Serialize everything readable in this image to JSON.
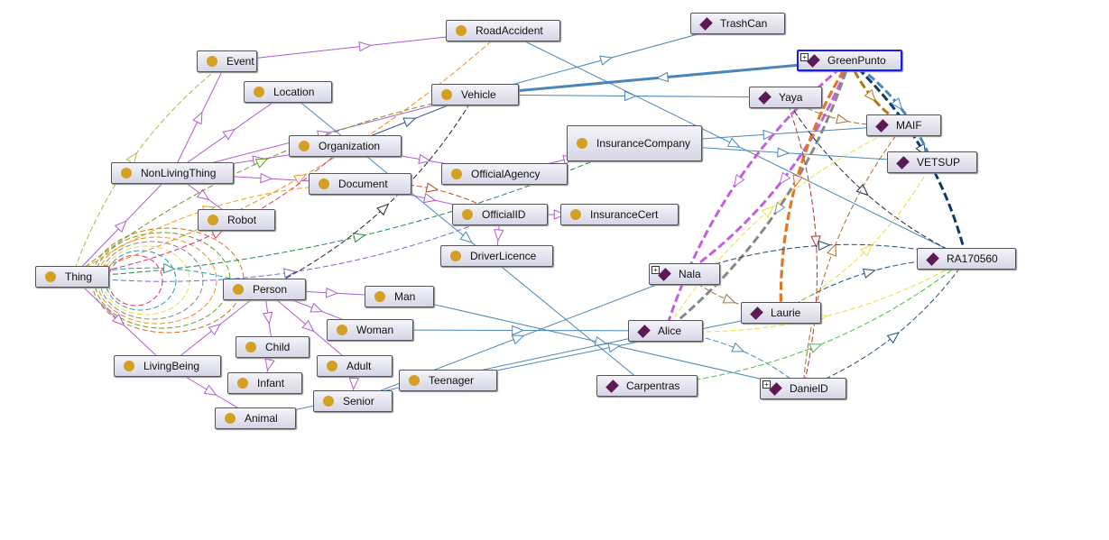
{
  "nodes": [
    {
      "id": "RoadAccident",
      "label": "RoadAccident",
      "kind": "class"
    },
    {
      "id": "TrashCan",
      "label": "TrashCan",
      "kind": "individual"
    },
    {
      "id": "Event",
      "label": "Event",
      "kind": "class"
    },
    {
      "id": "GreenPunto",
      "label": "GreenPunto",
      "kind": "individual",
      "selected": true,
      "expandable": true
    },
    {
      "id": "Location",
      "label": "Location",
      "kind": "class"
    },
    {
      "id": "Vehicle",
      "label": "Vehicle",
      "kind": "class"
    },
    {
      "id": "Yaya",
      "label": "Yaya",
      "kind": "individual"
    },
    {
      "id": "Organization",
      "label": "Organization",
      "kind": "class"
    },
    {
      "id": "InsuranceCompany",
      "label": "InsuranceCompany",
      "kind": "class"
    },
    {
      "id": "MAIF",
      "label": "MAIF",
      "kind": "individual"
    },
    {
      "id": "NonLivingThing",
      "label": "NonLivingThing",
      "kind": "class"
    },
    {
      "id": "OfficialAgency",
      "label": "OfficialAgency",
      "kind": "class"
    },
    {
      "id": "VETSUP",
      "label": "VETSUP",
      "kind": "individual"
    },
    {
      "id": "Document",
      "label": "Document",
      "kind": "class"
    },
    {
      "id": "OfficialID",
      "label": "OfficialID",
      "kind": "class"
    },
    {
      "id": "InsuranceCert",
      "label": "InsuranceCert",
      "kind": "class"
    },
    {
      "id": "Robot",
      "label": "Robot",
      "kind": "class"
    },
    {
      "id": "DriverLicence",
      "label": "DriverLicence",
      "kind": "class"
    },
    {
      "id": "RA170560",
      "label": "RA170560",
      "kind": "individual"
    },
    {
      "id": "Thing",
      "label": "Thing",
      "kind": "class"
    },
    {
      "id": "Nala",
      "label": "Nala",
      "kind": "individual",
      "expandable": true
    },
    {
      "id": "Person",
      "label": "Person",
      "kind": "class"
    },
    {
      "id": "Man",
      "label": "Man",
      "kind": "class"
    },
    {
      "id": "Laurie",
      "label": "Laurie",
      "kind": "individual"
    },
    {
      "id": "Woman",
      "label": "Woman",
      "kind": "class"
    },
    {
      "id": "Alice",
      "label": "Alice",
      "kind": "individual"
    },
    {
      "id": "Child",
      "label": "Child",
      "kind": "class"
    },
    {
      "id": "LivingBeing",
      "label": "LivingBeing",
      "kind": "class"
    },
    {
      "id": "Adult",
      "label": "Adult",
      "kind": "class"
    },
    {
      "id": "Teenager",
      "label": "Teenager",
      "kind": "class"
    },
    {
      "id": "Infant",
      "label": "Infant",
      "kind": "class"
    },
    {
      "id": "Carpentras",
      "label": "Carpentras",
      "kind": "individual"
    },
    {
      "id": "DanielD",
      "label": "DanielD",
      "kind": "individual",
      "expandable": true
    },
    {
      "id": "Senior",
      "label": "Senior",
      "kind": "class"
    },
    {
      "id": "Animal",
      "label": "Animal",
      "kind": "class"
    }
  ],
  "expand_symbol": "+",
  "colors": {
    "subclass": "#b05ad6",
    "instance": "#4a86b8",
    "selected": "#1a1aff",
    "class_icon": "#d4a024",
    "individual_icon": "#5a1a55"
  },
  "edges": [
    {
      "from": "Thing",
      "to": "NonLivingThing",
      "color": "#b05ad6"
    },
    {
      "from": "Thing",
      "to": "LivingBeing",
      "color": "#b05ad6"
    },
    {
      "from": "LivingBeing",
      "to": "Person",
      "color": "#b05ad6"
    },
    {
      "from": "LivingBeing",
      "to": "Animal",
      "color": "#b05ad6"
    },
    {
      "from": "NonLivingThing",
      "to": "Event",
      "color": "#b05ad6"
    },
    {
      "from": "NonLivingThing",
      "to": "Location",
      "color": "#b05ad6"
    },
    {
      "from": "NonLivingThing",
      "to": "Vehicle",
      "color": "#b05ad6"
    },
    {
      "from": "NonLivingThing",
      "to": "Organization",
      "color": "#b05ad6"
    },
    {
      "from": "NonLivingThing",
      "to": "Document",
      "color": "#b05ad6"
    },
    {
      "from": "NonLivingThing",
      "to": "Robot",
      "color": "#b05ad6"
    },
    {
      "from": "Event",
      "to": "RoadAccident",
      "color": "#b05ad6"
    },
    {
      "from": "Person",
      "to": "Man",
      "color": "#b05ad6"
    },
    {
      "from": "Person",
      "to": "Woman",
      "color": "#b05ad6"
    },
    {
      "from": "Person",
      "to": "Child",
      "color": "#b05ad6"
    },
    {
      "from": "Person",
      "to": "Adult",
      "color": "#b05ad6"
    },
    {
      "from": "Child",
      "to": "Infant",
      "color": "#b05ad6"
    },
    {
      "from": "Adult",
      "to": "Senior",
      "color": "#b05ad6"
    },
    {
      "from": "Organization",
      "to": "OfficialAgency",
      "color": "#b05ad6"
    },
    {
      "from": "OfficialAgency",
      "to": "InsuranceCompany",
      "color": "#b05ad6"
    },
    {
      "from": "Document",
      "to": "OfficialID",
      "color": "#b05ad6"
    },
    {
      "from": "OfficialID",
      "to": "InsuranceCert",
      "color": "#b05ad6"
    },
    {
      "from": "OfficialID",
      "to": "DriverLicence",
      "color": "#b05ad6"
    },
    {
      "from": "GreenPunto",
      "to": "Vehicle",
      "color": "#4a86b8",
      "width": 3
    },
    {
      "from": "Vehicle",
      "to": "TrashCan",
      "color": "#4a86b8"
    },
    {
      "from": "Vehicle",
      "to": "Yaya",
      "color": "#4a86b8"
    },
    {
      "from": "RoadAccident",
      "to": "RA170560",
      "color": "#4a86b8"
    },
    {
      "from": "InsuranceCompany",
      "to": "MAIF",
      "color": "#4a86b8"
    },
    {
      "from": "InsuranceCompany",
      "to": "VETSUP",
      "color": "#4a86b8"
    },
    {
      "from": "Location",
      "to": "Carpentras",
      "color": "#4a86b8"
    },
    {
      "from": "Organization",
      "to": "Vehicle",
      "color": "#3050a0"
    },
    {
      "from": "Woman",
      "to": "Alice",
      "color": "#4a86b8"
    },
    {
      "from": "Man",
      "to": "DanielD",
      "color": "#4a86b8"
    },
    {
      "from": "Teenager",
      "to": "Laurie",
      "color": "#4a86b8"
    },
    {
      "from": "Senior",
      "to": "Nala",
      "color": "#4a86b8"
    },
    {
      "from": "Animal",
      "to": "Alice",
      "color": "#4a86b8"
    },
    {
      "from": "Thing",
      "to": "RoadAccident",
      "color": "#f08a20",
      "dashed": true
    },
    {
      "from": "Thing",
      "to": "Event",
      "color": "#a0c040",
      "dashed": true
    },
    {
      "from": "Thing",
      "to": "Organization",
      "color": "#e0306a",
      "dashed": true
    },
    {
      "from": "Thing",
      "to": "Vehicle",
      "color": "#6a9a20",
      "dashed": true
    },
    {
      "from": "Thing",
      "to": "InsuranceCompany",
      "color": "#208a40",
      "dashed": true
    },
    {
      "from": "Thing",
      "to": "Document",
      "color": "#f0a020",
      "dashed": true
    },
    {
      "from": "Thing",
      "to": "OfficialID",
      "color": "#6a6ae0",
      "dashed": true
    },
    {
      "from": "Thing",
      "to": "Person",
      "color": "#20a0a0",
      "dashed": true
    },
    {
      "from": "Person",
      "to": "Vehicle",
      "color": "#222222",
      "dashed": true
    },
    {
      "from": "Document",
      "to": "OfficialID",
      "color": "#b05020",
      "dashed": true
    },
    {
      "from": "GreenPunto",
      "to": "Alice",
      "color": "#c060e0",
      "dashed": true,
      "width": 3
    },
    {
      "from": "GreenPunto",
      "to": "Nala",
      "color": "#c060e0",
      "dashed": true,
      "width": 3
    },
    {
      "from": "GreenPunto",
      "to": "Laurie",
      "color": "#d05050",
      "dashed": true,
      "width": 3
    },
    {
      "from": "GreenPunto",
      "to": "Alice",
      "color": "#888888",
      "dashed": true,
      "width": 3
    },
    {
      "from": "GreenPunto",
      "to": "Laurie",
      "color": "#e07820",
      "dashed": true,
      "width": 3
    },
    {
      "from": "GreenPunto",
      "to": "RA170560",
      "color": "#0a3a6a",
      "dashed": true,
      "width": 3
    },
    {
      "from": "GreenPunto",
      "to": "MAIF",
      "color": "#b07810",
      "dashed": true,
      "width": 3
    },
    {
      "from": "GreenPunto",
      "to": "VETSUP",
      "color": "#4a86b8",
      "dashed": true,
      "width": 3
    },
    {
      "from": "Yaya",
      "to": "RA170560",
      "color": "#222244",
      "dashed": true
    },
    {
      "from": "Yaya",
      "to": "DanielD",
      "color": "#b03030",
      "dashed": true
    },
    {
      "from": "Yaya",
      "to": "MAIF",
      "color": "#a07030",
      "dashed": true
    },
    {
      "from": "Nala",
      "to": "RA170560",
      "color": "#1a4a7a",
      "dashed": true
    },
    {
      "from": "Alice",
      "to": "RA170560",
      "color": "#e8e040",
      "dashed": true
    },
    {
      "from": "Laurie",
      "to": "RA170560",
      "color": "#1a4a7a",
      "dashed": true
    },
    {
      "from": "Laurie",
      "to": "VETSUP",
      "color": "#e8e040",
      "dashed": true
    },
    {
      "from": "Alice",
      "to": "MAIF",
      "color": "#e8e040",
      "dashed": true
    },
    {
      "from": "DanielD",
      "to": "RA170560",
      "color": "#1a4a7a",
      "dashed": true
    },
    {
      "from": "DanielD",
      "to": "MAIF",
      "color": "#a07030",
      "dashed": true
    },
    {
      "from": "Carpentras",
      "to": "RA170560",
      "color": "#40c040",
      "dashed": true
    },
    {
      "from": "Alice",
      "to": "DanielD",
      "color": "#4a86b8",
      "dashed": true
    },
    {
      "from": "Nala",
      "to": "Laurie",
      "color": "#a07030",
      "dashed": true
    }
  ]
}
